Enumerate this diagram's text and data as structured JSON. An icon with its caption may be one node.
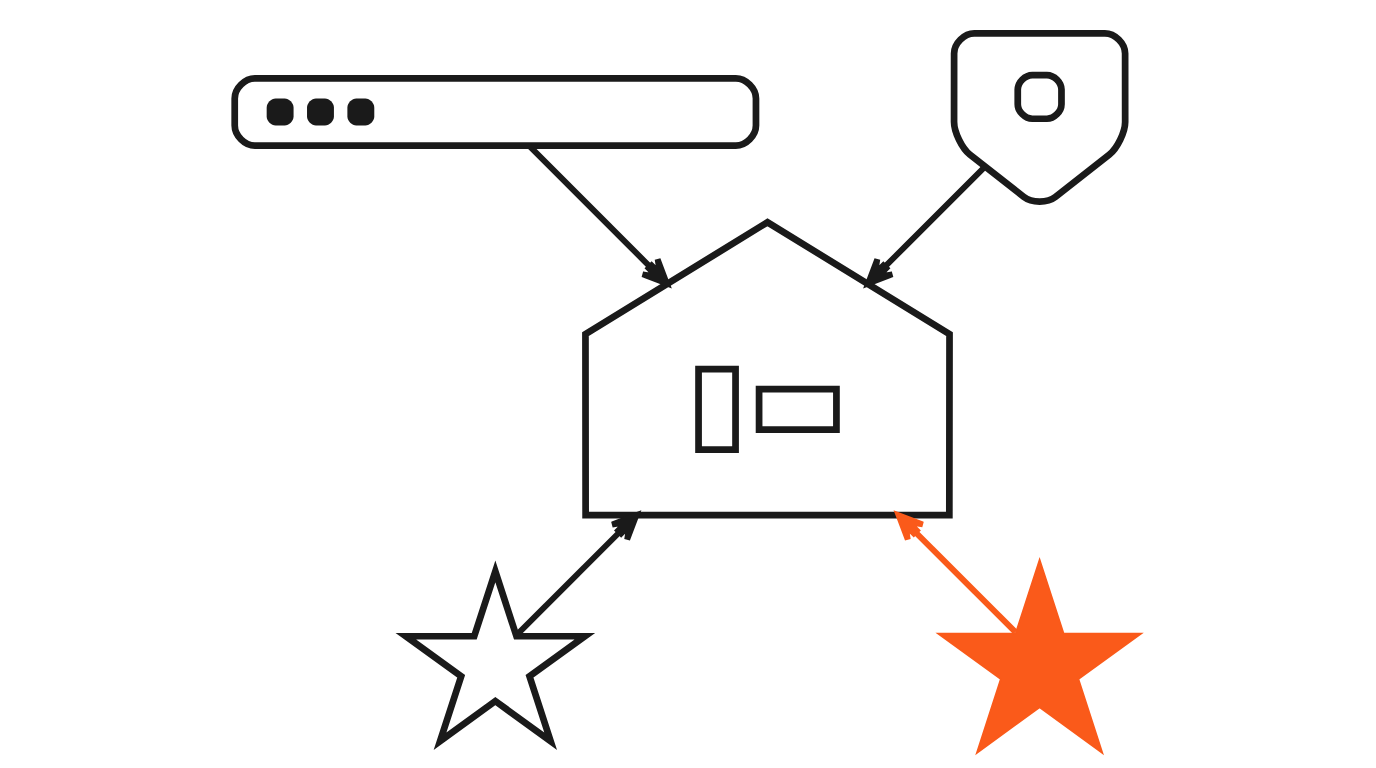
{
  "diagram": {
    "nodes": [
      {
        "text": [],
        "shape": "picture"
      },
      {
        "text": [],
        "shape": "picture"
      },
      {
        "text": [],
        "shape": "picture"
      },
      {
        "text": [],
        "shape": "picture"
      },
      {
        "text": [],
        "shape": "picture"
      }
    ],
    "edges": [
      {
        "from": 0,
        "to": 2,
        "arrow": "to"
      },
      {
        "from": 1,
        "to": 2,
        "arrow": "to"
      },
      {
        "from": 3,
        "to": 2,
        "arrow": "to"
      },
      {
        "from": 4,
        "to": 2,
        "arrow": "to",
        "color": "#fa5a1a"
      }
    ]
  }
}
